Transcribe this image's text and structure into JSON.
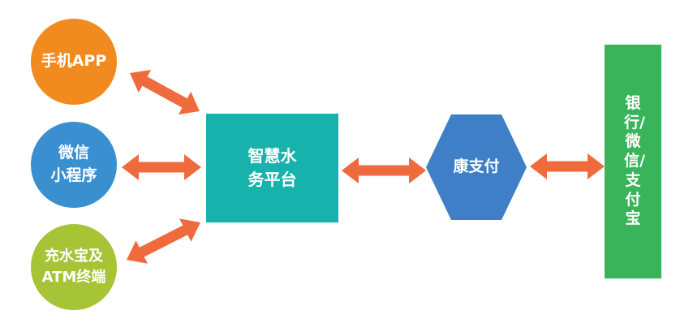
{
  "nodes": {
    "app": {
      "line1": "手机APP"
    },
    "mini": {
      "line1": "微信",
      "line2": "小程序"
    },
    "atm": {
      "line1": "充水宝及",
      "line2": "ATM终端"
    },
    "platform": {
      "line1": "智慧水",
      "line2": "务平台"
    },
    "pay": {
      "line1": "康支付"
    },
    "bank": {
      "label": "银行/微信/支付宝"
    }
  },
  "colors": {
    "arrow": "#ef6b3d",
    "app": "#f18a1f",
    "mini": "#3a8fd0",
    "atm": "#a6c436",
    "platform": "#16b2ab",
    "pay": "#3f7fc8",
    "bank": "#39b45b"
  },
  "icons": {
    "arrows": "double-headed-arrow"
  }
}
